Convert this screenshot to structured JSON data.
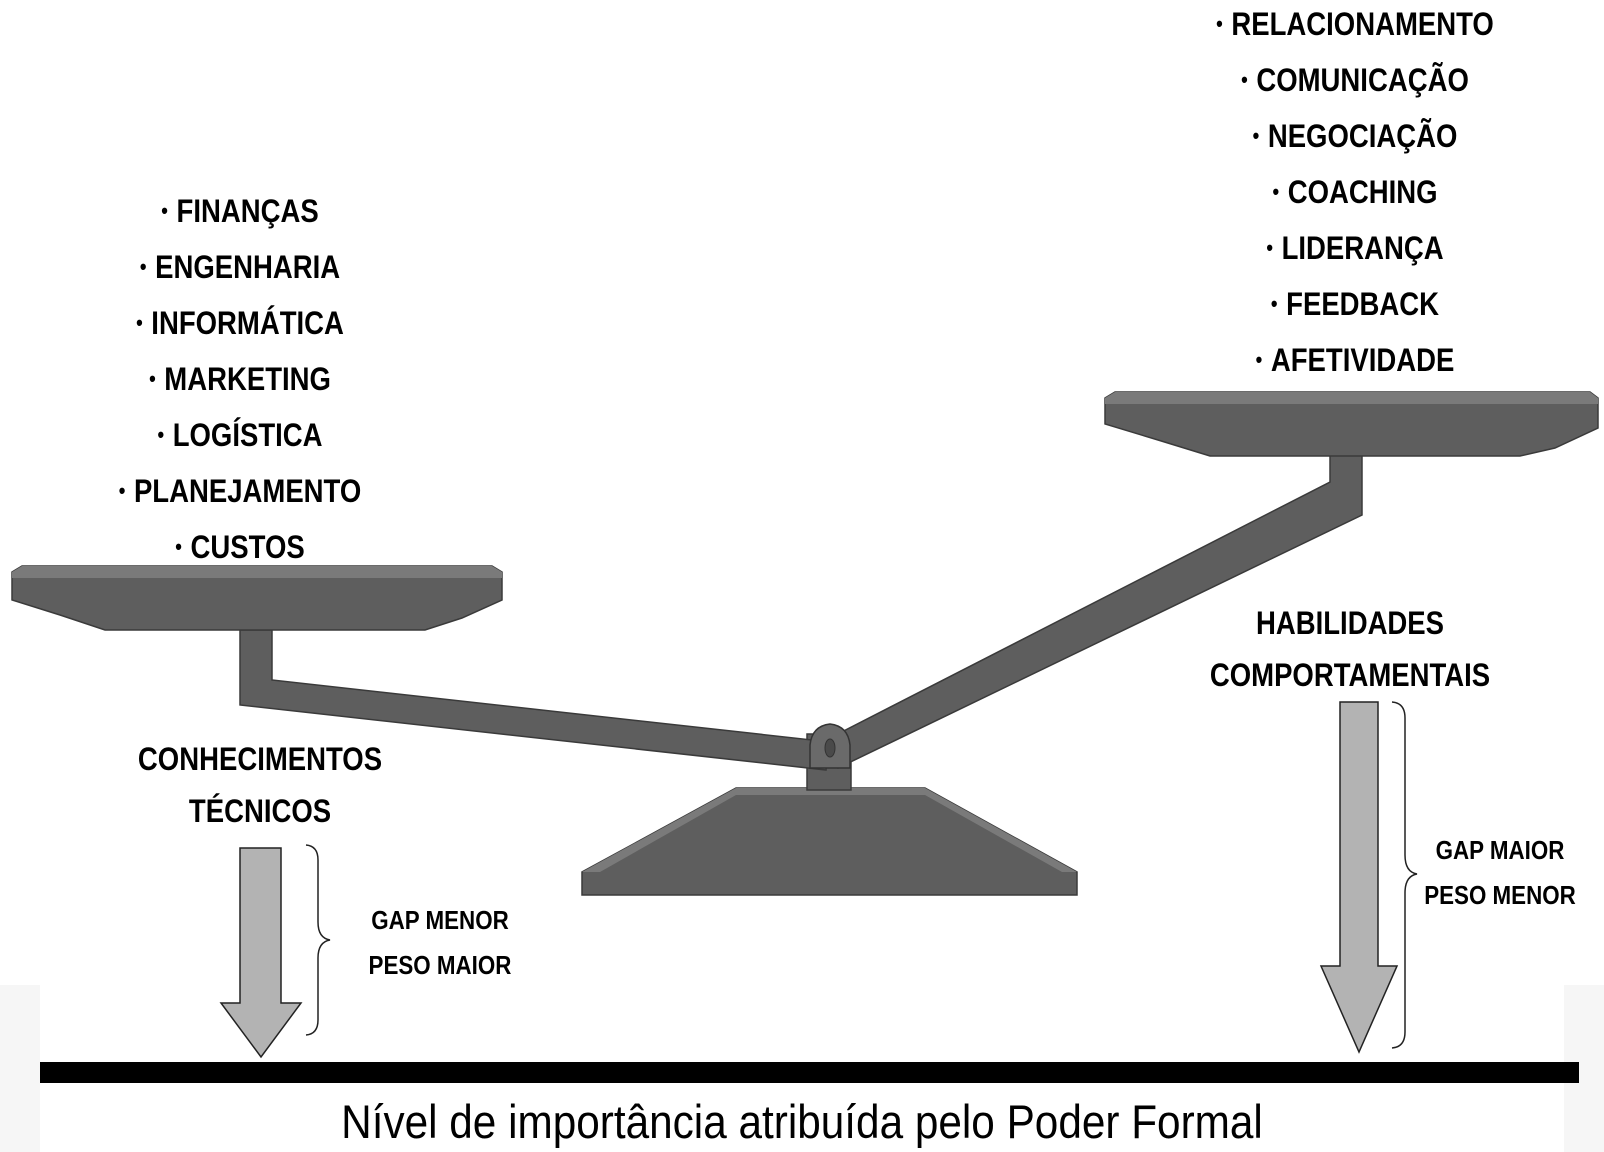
{
  "technical": {
    "items": [
      "FINANÇAS",
      "ENGENHARIA",
      "INFORMÁTICA",
      "MARKETING",
      "LOGÍSTICA",
      "PLANEJAMENTO",
      "CUSTOS"
    ],
    "title_line1": "CONHECIMENTOS",
    "title_line2": "TÉCNICOS",
    "gap_line1": "GAP MENOR",
    "gap_line2": "PESO MAIOR"
  },
  "behavioral": {
    "items": [
      "RELACIONAMENTO",
      "COMUNICAÇÃO",
      "NEGOCIAÇÃO",
      "COACHING",
      "LIDERANÇA",
      "FEEDBACK",
      "AFETIVIDADE"
    ],
    "title_line1": "HABILIDADES",
    "title_line2": "COMPORTAMENTAIS",
    "gap_line1": "GAP MAIOR",
    "gap_line2": "PESO MENOR"
  },
  "caption": "Nível de importância atribuída pelo Poder Formal",
  "colors": {
    "scale": "#5e5e5e",
    "scale_dark": "#4a4a4a",
    "scale_light": "#7a7a7a",
    "arrow_fill": "#b3b3b3",
    "baseline": "#000000"
  }
}
